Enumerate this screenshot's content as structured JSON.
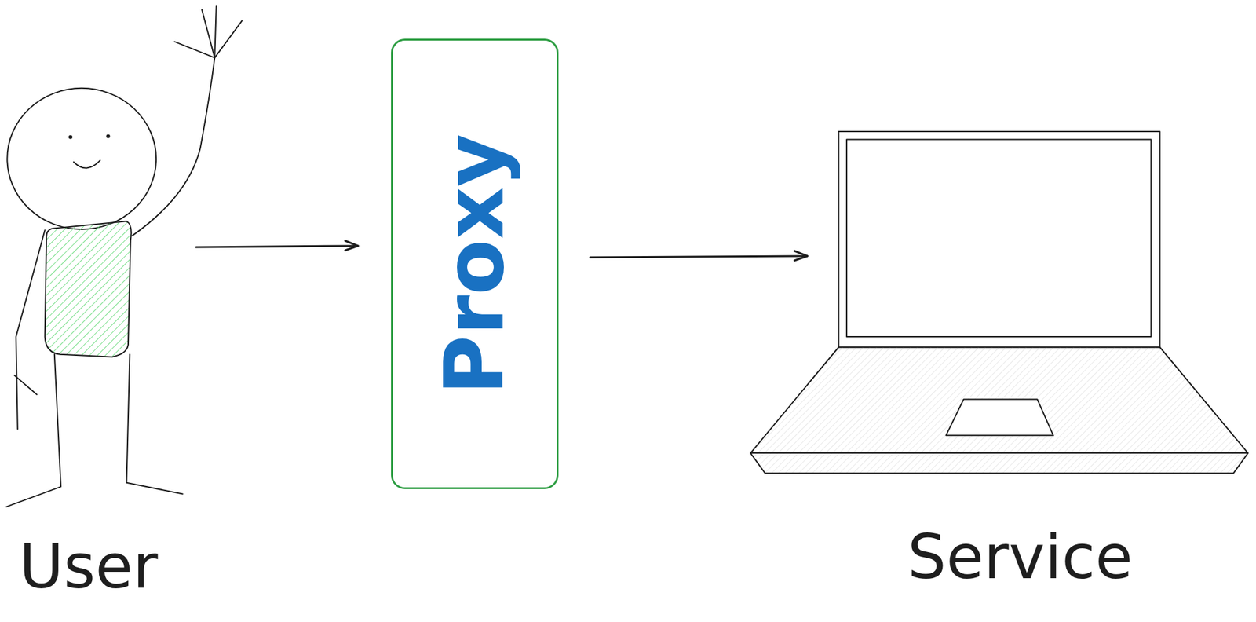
{
  "diagram": {
    "nodes": [
      {
        "text": [
          "User"
        ]
      },
      {
        "text": [
          "Proxy"
        ]
      },
      {
        "text": [
          "Service"
        ]
      }
    ],
    "edges": [
      {
        "from": 0,
        "to": 1,
        "arrow": "to"
      },
      {
        "from": 1,
        "to": 2,
        "arrow": "to"
      }
    ]
  }
}
